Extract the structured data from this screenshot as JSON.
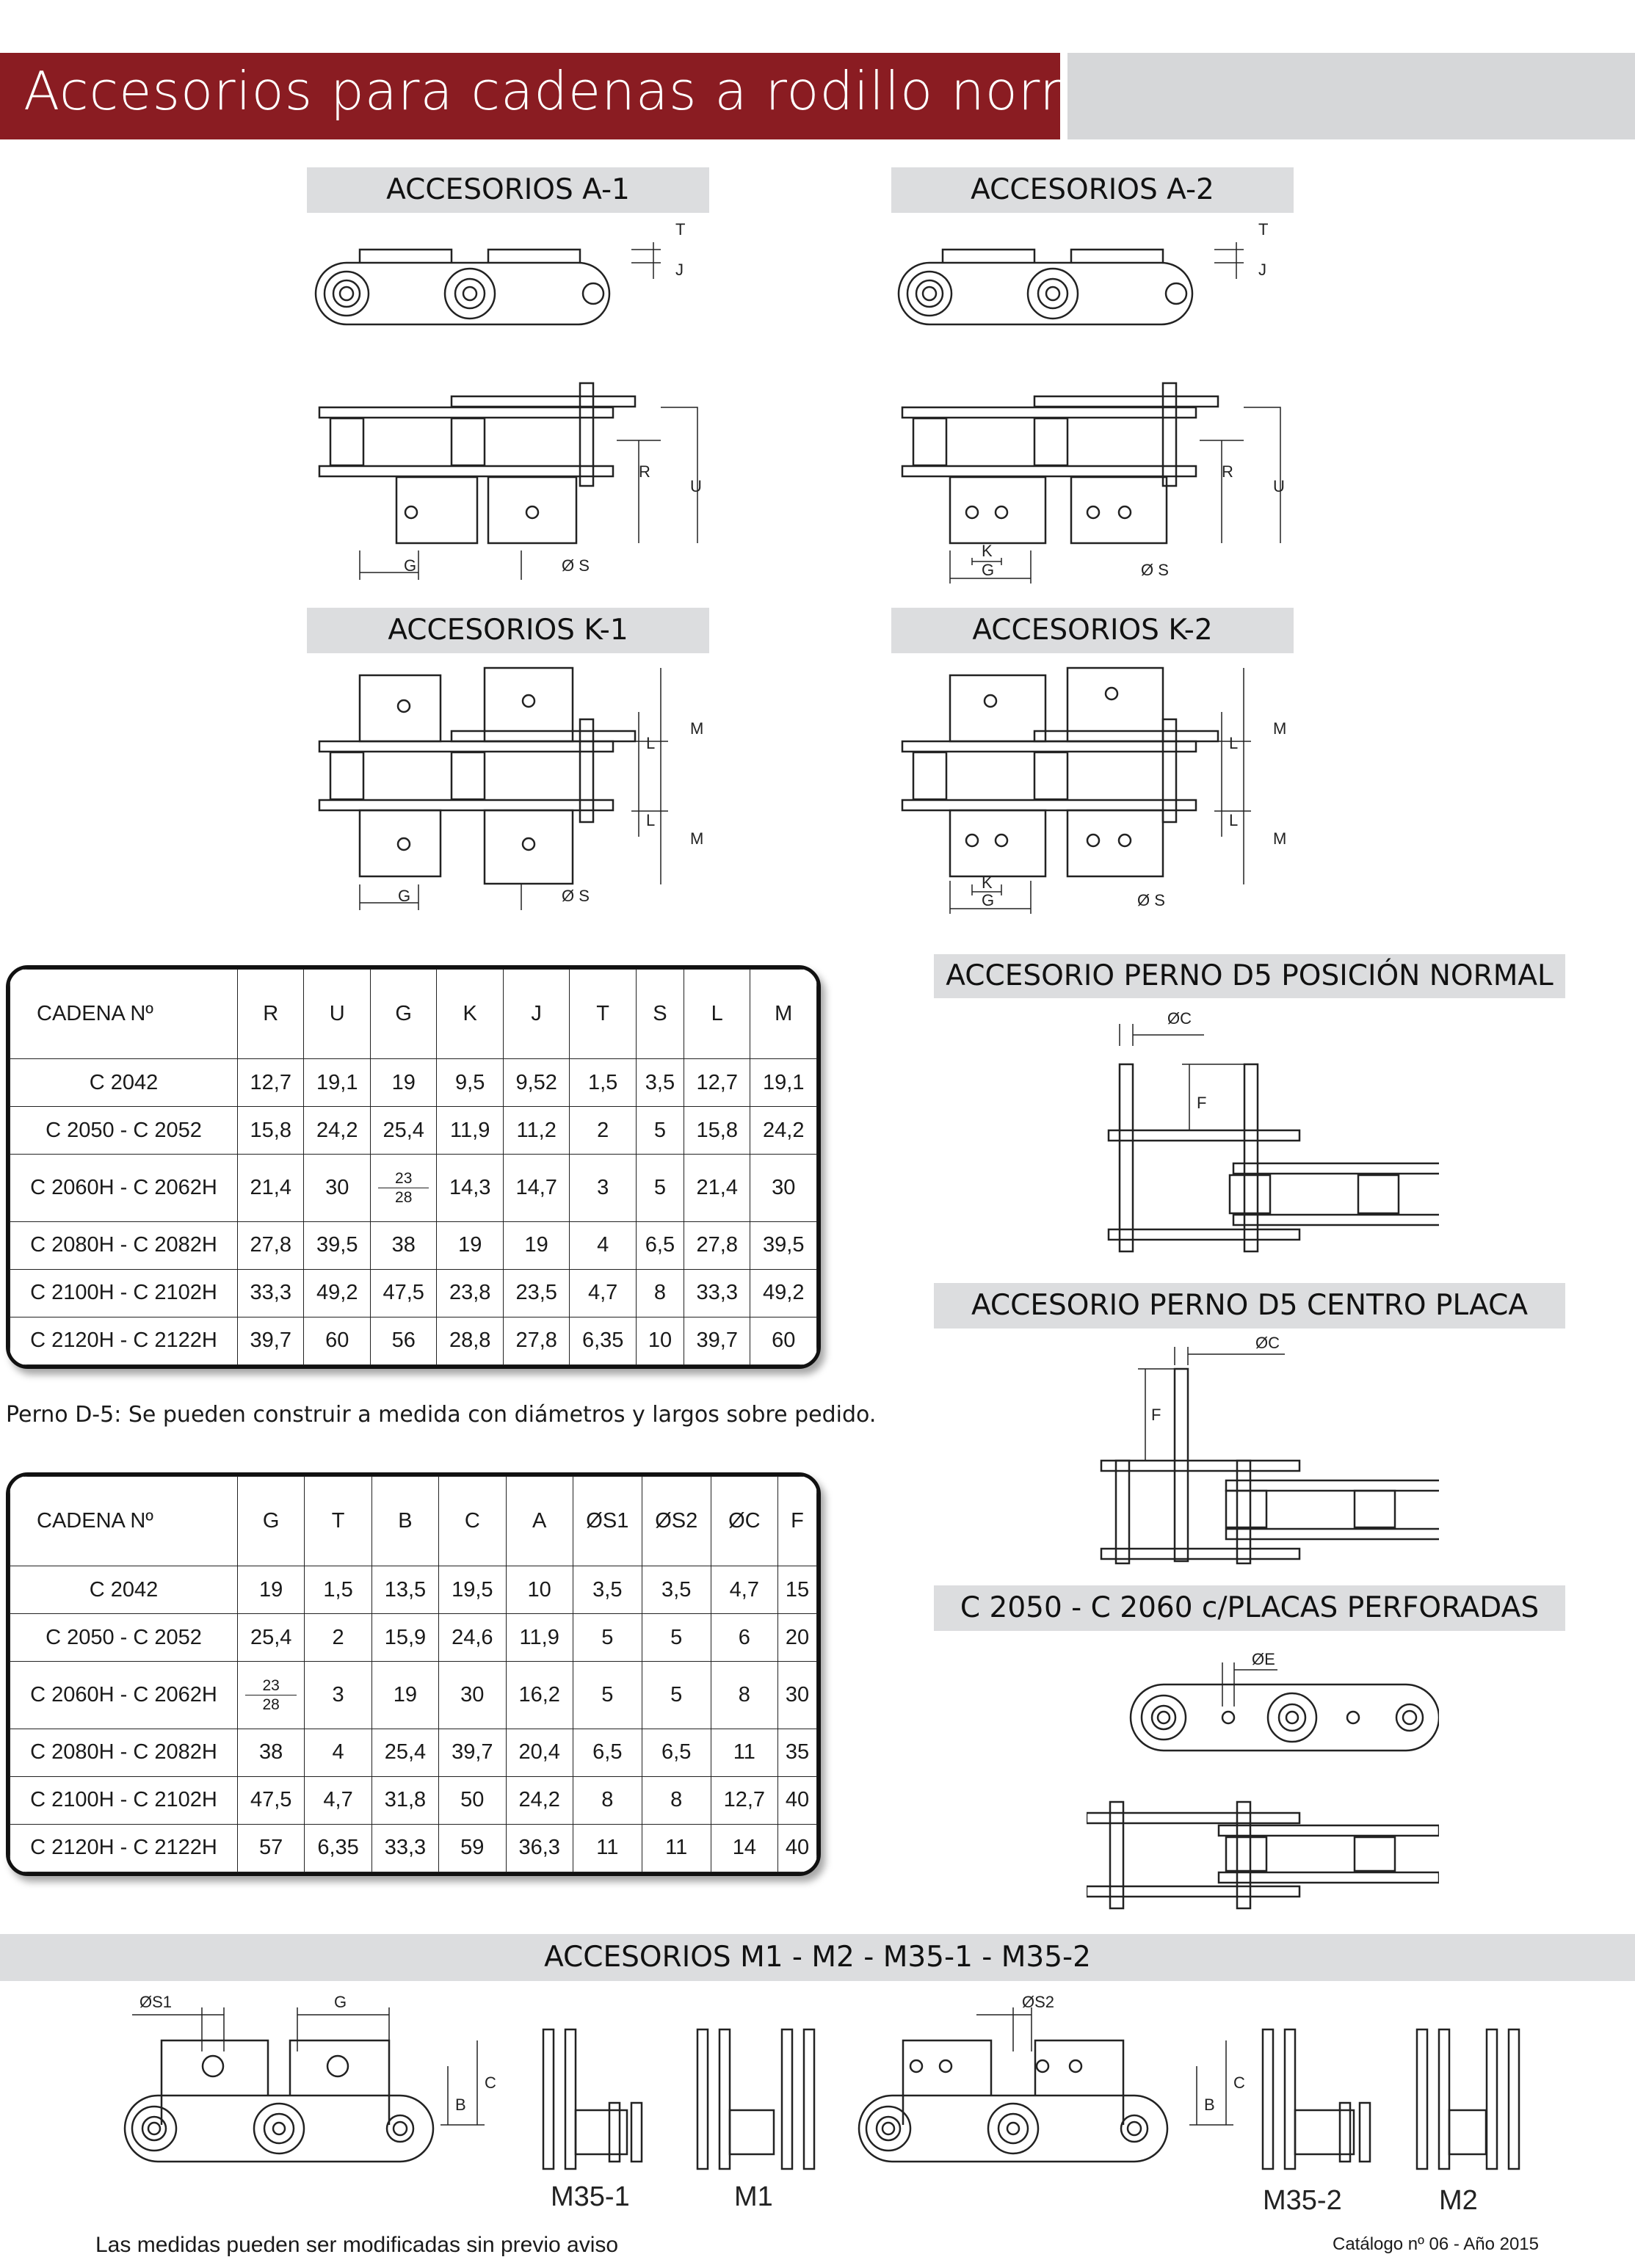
{
  "header": {
    "title": "Accesorios para cadenas a rodillo normalizadas"
  },
  "sections": {
    "a1": "ACCESORIOS A-1",
    "a2": "ACCESORIOS A-2",
    "k1": "ACCESORIOS K-1",
    "k2": "ACCESORIOS K-2",
    "perno_normal": "ACCESORIO PERNO D5 POSICIÓN NORMAL",
    "perno_centro": "ACCESORIO PERNO D5 CENTRO PLACA",
    "perforadas": "C 2050 - C 2060 c/PLACAS PERFORADAS",
    "m_series": "ACCESORIOS M1 - M2 - M35-1 - M35-2"
  },
  "labels": {
    "T": "T",
    "J": "J",
    "R": "R",
    "U": "U",
    "G": "G",
    "S": "Ø S",
    "K": "K",
    "L": "L",
    "M": "M",
    "C": "ØC",
    "F": "F",
    "E": "ØE",
    "S1": "ØS1",
    "S2": "ØS2",
    "B": "B",
    "Cb": "C",
    "M35_1": "M35-1",
    "M1": "M1",
    "M35_2": "M35-2",
    "M2": "M2"
  },
  "table1": {
    "headers": [
      "CADENA Nº",
      "R",
      "U",
      "G",
      "K",
      "J",
      "T",
      "S",
      "L",
      "M"
    ],
    "rows": [
      [
        "C 2042",
        "12,7",
        "19,1",
        "19",
        "9,5",
        "9,52",
        "1,5",
        "3,5",
        "12,7",
        "19,1"
      ],
      [
        "C 2050 - C 2052",
        "15,8",
        "24,2",
        "25,4",
        "11,9",
        "11,2",
        "2",
        "5",
        "15,8",
        "24,2"
      ],
      [
        "C 2060H - C 2062H",
        "21,4",
        "30",
        "23|28",
        "14,3",
        "14,7",
        "3",
        "5",
        "21,4",
        "30"
      ],
      [
        "C 2080H - C 2082H",
        "27,8",
        "39,5",
        "38",
        "19",
        "19",
        "4",
        "6,5",
        "27,8",
        "39,5"
      ],
      [
        "C 2100H - C 2102H",
        "33,3",
        "49,2",
        "47,5",
        "23,8",
        "23,5",
        "4,7",
        "8",
        "33,3",
        "49,2"
      ],
      [
        "C 2120H - C 2122H",
        "39,7",
        "60",
        "56",
        "28,8",
        "27,8",
        "6,35",
        "10",
        "39,7",
        "60"
      ]
    ]
  },
  "note": "Perno D-5: Se pueden construir  a medida con diámetros y largos sobre pedido.",
  "table2": {
    "headers": [
      "CADENA Nº",
      "G",
      "T",
      "B",
      "C",
      "A",
      "ØS1",
      "ØS2",
      "ØC",
      "F"
    ],
    "rows": [
      [
        "C 2042",
        "19",
        "1,5",
        "13,5",
        "19,5",
        "10",
        "3,5",
        "3,5",
        "4,7",
        "15"
      ],
      [
        "C 2050 - C 2052",
        "25,4",
        "2",
        "15,9",
        "24,6",
        "11,9",
        "5",
        "5",
        "6",
        "20"
      ],
      [
        "C 2060H - C 2062H",
        "23|28",
        "3",
        "19",
        "30",
        "16,2",
        "5",
        "5",
        "8",
        "30"
      ],
      [
        "C 2080H - C 2082H",
        "38",
        "4",
        "25,4",
        "39,7",
        "20,4",
        "6,5",
        "6,5",
        "11",
        "35"
      ],
      [
        "C 2100H - C 2102H",
        "47,5",
        "4,7",
        "31,8",
        "50",
        "24,2",
        "8",
        "8",
        "12,7",
        "40"
      ],
      [
        "C 2120H - C 2122H",
        "57",
        "6,35",
        "33,3",
        "59",
        "36,3",
        "11",
        "11",
        "14",
        "40"
      ]
    ]
  },
  "footer": {
    "left": "Las medidas pueden ser modificadas sin previo aviso",
    "right": "Catálogo nº 06 - Año 2015"
  }
}
